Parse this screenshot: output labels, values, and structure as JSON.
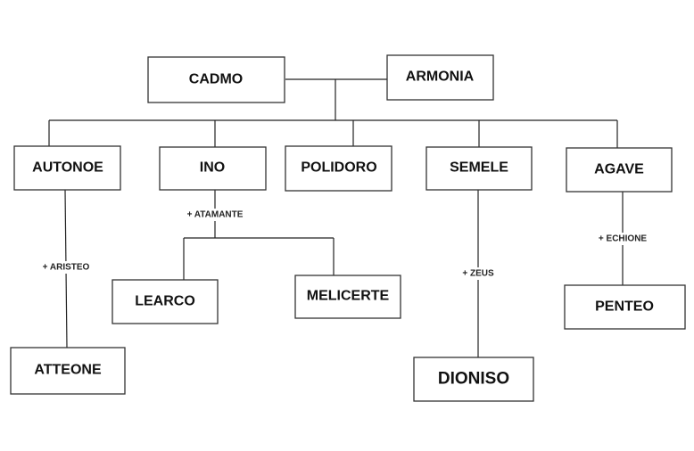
{
  "title": "Discendenza di Cadmo e Armonia",
  "parents": {
    "father": "CADMO",
    "mother": "ARMONIA"
  },
  "children": [
    {
      "name": "AUTONOE",
      "spouse": "+ ARISTEO",
      "offspring": [
        "ATTEONE"
      ]
    },
    {
      "name": "INO",
      "spouse": "+ ATAMANTE",
      "offspring": [
        "LEARCO",
        "MELICERTE"
      ]
    },
    {
      "name": "POLIDORO"
    },
    {
      "name": "SEMELE",
      "spouse": "+ ZEUS",
      "offspring": [
        "DIONISO"
      ]
    },
    {
      "name": "AGAVE",
      "spouse": "+ ECHIONE",
      "offspring": [
        "PENTEO"
      ]
    }
  ]
}
